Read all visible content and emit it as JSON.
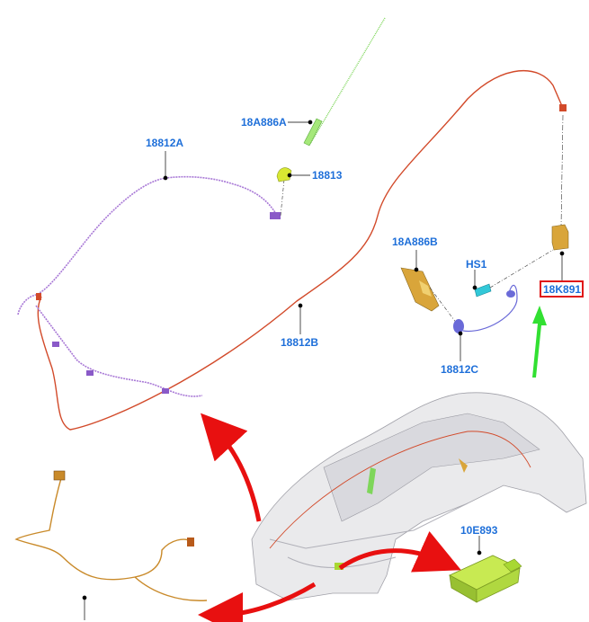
{
  "diagram": {
    "labels": {
      "p18812A": "18812A",
      "p18A886A": "18A886A",
      "p18813": "18813",
      "p18812B": "18812B",
      "p18A886B": "18A886B",
      "pHS1": "HS1",
      "p18812C": "18812C",
      "p18K891": "18K891",
      "p10E893": "10E893"
    },
    "highlighted_part": "18K891",
    "colors": {
      "label_text": "#1e6fd9",
      "highlight_box": "#e01818",
      "antenna_cable": "#d24a2a",
      "harness_purple": "#a878d6",
      "harness_orange": "#c98a2a",
      "antenna_green": "#7ed65a",
      "arrow_red": "#e81010",
      "arrow_green": "#32e032",
      "module_green": "#a8d832",
      "bracket_gold": "#d9a53a"
    }
  }
}
